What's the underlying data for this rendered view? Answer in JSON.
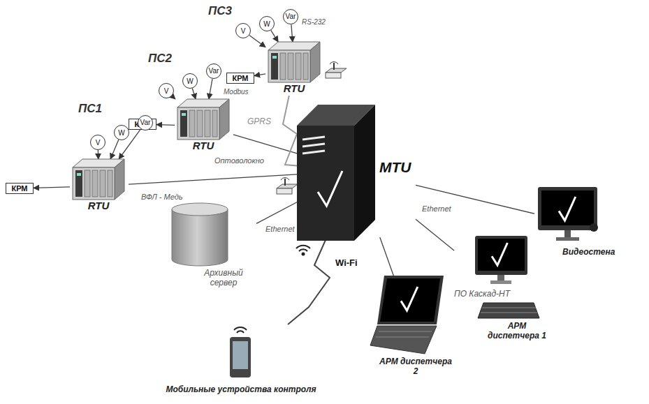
{
  "diagram": {
    "nodes": [
      {
        "text": [
          "V"
        ]
      },
      {
        "text": [
          "W"
        ]
      },
      {
        "text": [
          "Var"
        ]
      },
      {
        "text": [
          "КРМ"
        ]
      },
      {
        "text": [
          "RTU"
        ]
      },
      {
        "text": [
          "V"
        ]
      },
      {
        "text": [
          "W"
        ]
      },
      {
        "text": [
          "Var"
        ]
      },
      {
        "text": [
          "КРМ"
        ]
      },
      {
        "text": [
          "RTU"
        ]
      },
      {
        "text": [
          "V"
        ]
      },
      {
        "text": [
          "W"
        ]
      },
      {
        "text": [
          "Var"
        ]
      },
      {
        "text": [
          "КРМ"
        ]
      },
      {
        "text": [
          "RTU"
        ]
      },
      {
        "text": [
          "MTU"
        ]
      },
      {
        "text": [
          "Архивный сервер"
        ]
      },
      {
        "text": [
          "Видеостена"
        ]
      },
      {
        "text": [
          "ПО Каскад-НТ",
          "АРМ диспетчера 1"
        ]
      },
      {
        "text": [
          "АРМ диспетчера 2"
        ]
      },
      {
        "text": [
          "Мобильные устройства контроля"
        ]
      }
    ],
    "edges": [
      {
        "from": 0,
        "to": 4,
        "arrow": "to"
      },
      {
        "from": 1,
        "to": 4,
        "arrow": "to"
      },
      {
        "from": 2,
        "to": 4,
        "arrow": "to"
      },
      {
        "from": 5,
        "to": 9,
        "arrow": "to"
      },
      {
        "from": 6,
        "to": 9,
        "arrow": "to"
      },
      {
        "from": 7,
        "to": 9,
        "arrow": "to"
      },
      {
        "from": 10,
        "to": 14,
        "arrow": "to"
      },
      {
        "from": 11,
        "to": 14,
        "arrow": "to"
      },
      {
        "from": 12,
        "to": 14,
        "arrow": "to"
      },
      {
        "from": 4,
        "to": 3,
        "arrow": "to"
      },
      {
        "from": 9,
        "to": 8,
        "arrow": "to"
      },
      {
        "from": 14,
        "to": 13,
        "arrow": "to"
      },
      {
        "from": 14,
        "to": 15,
        "label": "ВФЛ - Медь",
        "arrow": "none"
      },
      {
        "from": 9,
        "to": 15,
        "label": "Оптоволокно",
        "arrow": "none"
      },
      {
        "from": 4,
        "to": 15,
        "label": "GPRS",
        "arrow": "none"
      },
      {
        "from": 16,
        "to": 15,
        "label": "Ethernet",
        "arrow": "none"
      },
      {
        "from": 15,
        "to": 18,
        "label": "Ethernet",
        "arrow": "none"
      },
      {
        "from": 15,
        "to": 17,
        "arrow": "none"
      },
      {
        "from": 15,
        "to": 19,
        "arrow": "none"
      },
      {
        "from": 15,
        "to": 20,
        "label": "Wi-Fi",
        "arrow": "none"
      }
    ],
    "labels": [
      "ПС3",
      "RS-232",
      "ПС2",
      "Modbus",
      "ПС1"
    ]
  }
}
